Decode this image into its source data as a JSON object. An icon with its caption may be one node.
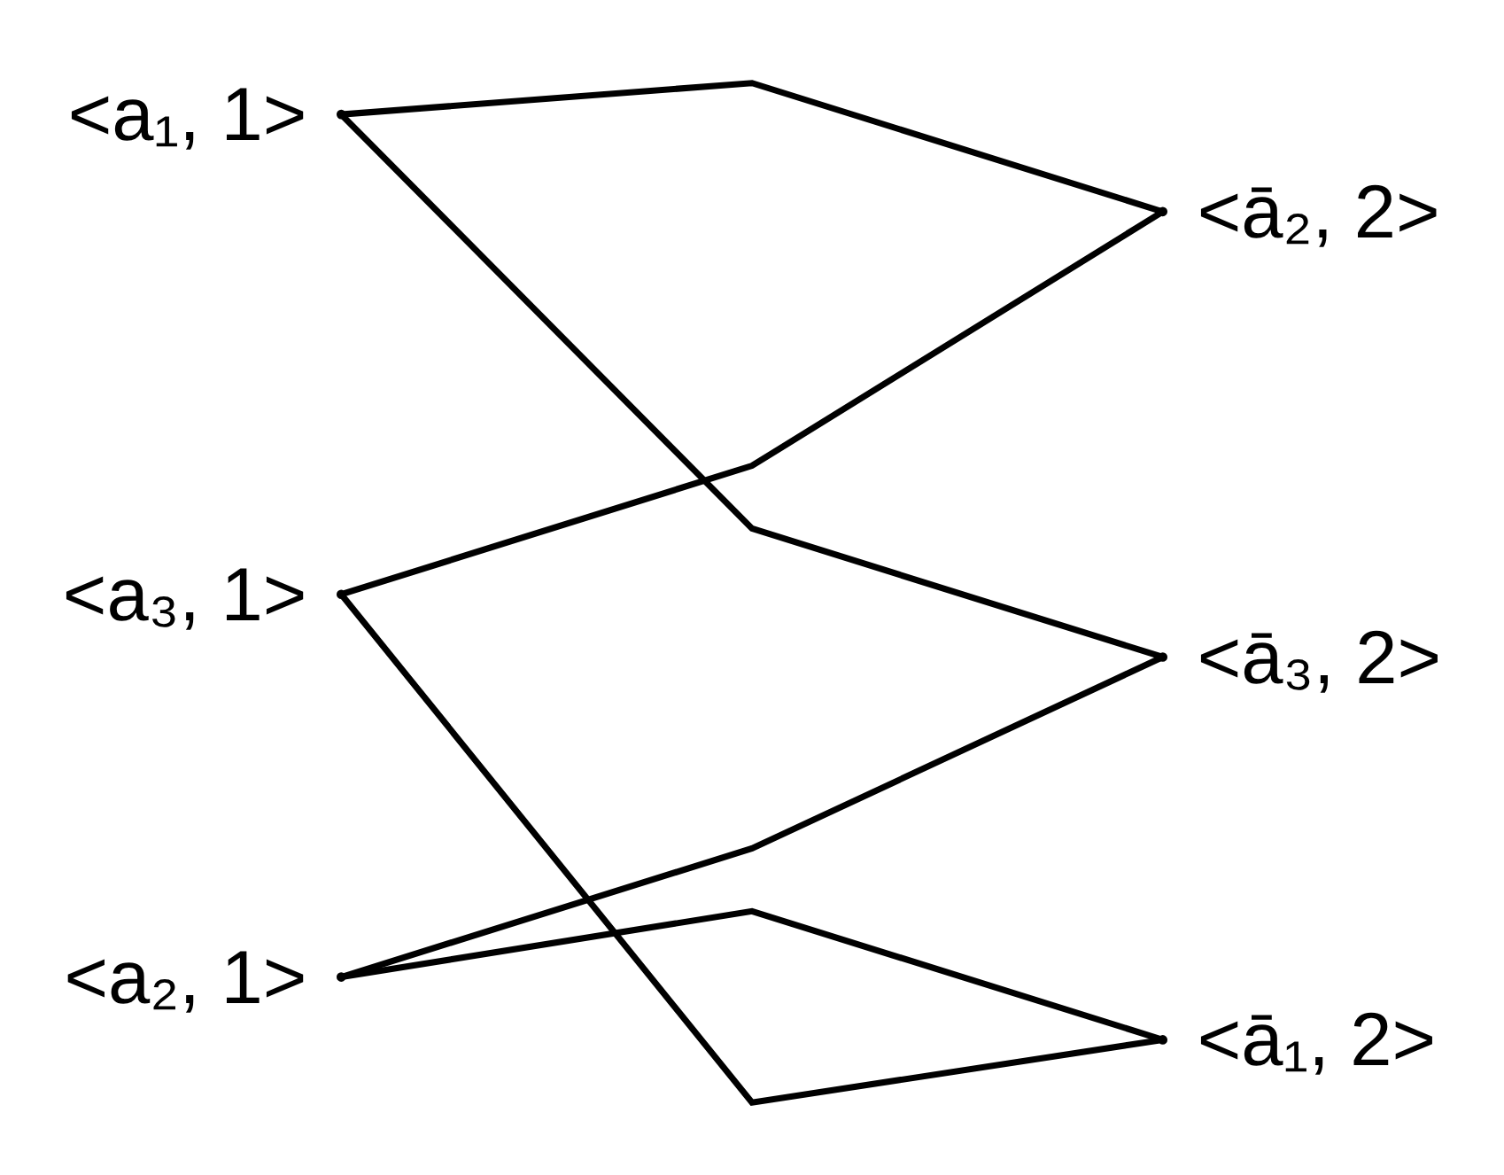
{
  "diagram": {
    "nodes": [
      {
        "text": [],
        "shape": "circle",
        "beside": [
          "<a₁, 1>"
        ]
      },
      {
        "text": [],
        "shape": "circle",
        "beside": [
          "<a₂, 1>"
        ]
      },
      {
        "text": [],
        "shape": "circle",
        "beside": [
          "<a₃, 1>"
        ]
      },
      {
        "text": [],
        "shape": "circle",
        "beside": [
          "<ā₁, 2>"
        ]
      },
      {
        "text": [],
        "shape": "circle",
        "beside": [
          "<ā₂, 2>"
        ]
      },
      {
        "text": [],
        "shape": "circle",
        "beside": [
          "<ā₃, 2>"
        ]
      }
    ],
    "edges": [
      {
        "from": 0,
        "to": 4,
        "arrow": "none"
      },
      {
        "from": 0,
        "to": 5,
        "arrow": "none"
      },
      {
        "from": 1,
        "to": 3,
        "arrow": "none"
      },
      {
        "from": 1,
        "to": 5,
        "arrow": "none"
      },
      {
        "from": 2,
        "to": 3,
        "arrow": "none"
      },
      {
        "from": 2,
        "to": 4,
        "arrow": "none"
      }
    ]
  }
}
